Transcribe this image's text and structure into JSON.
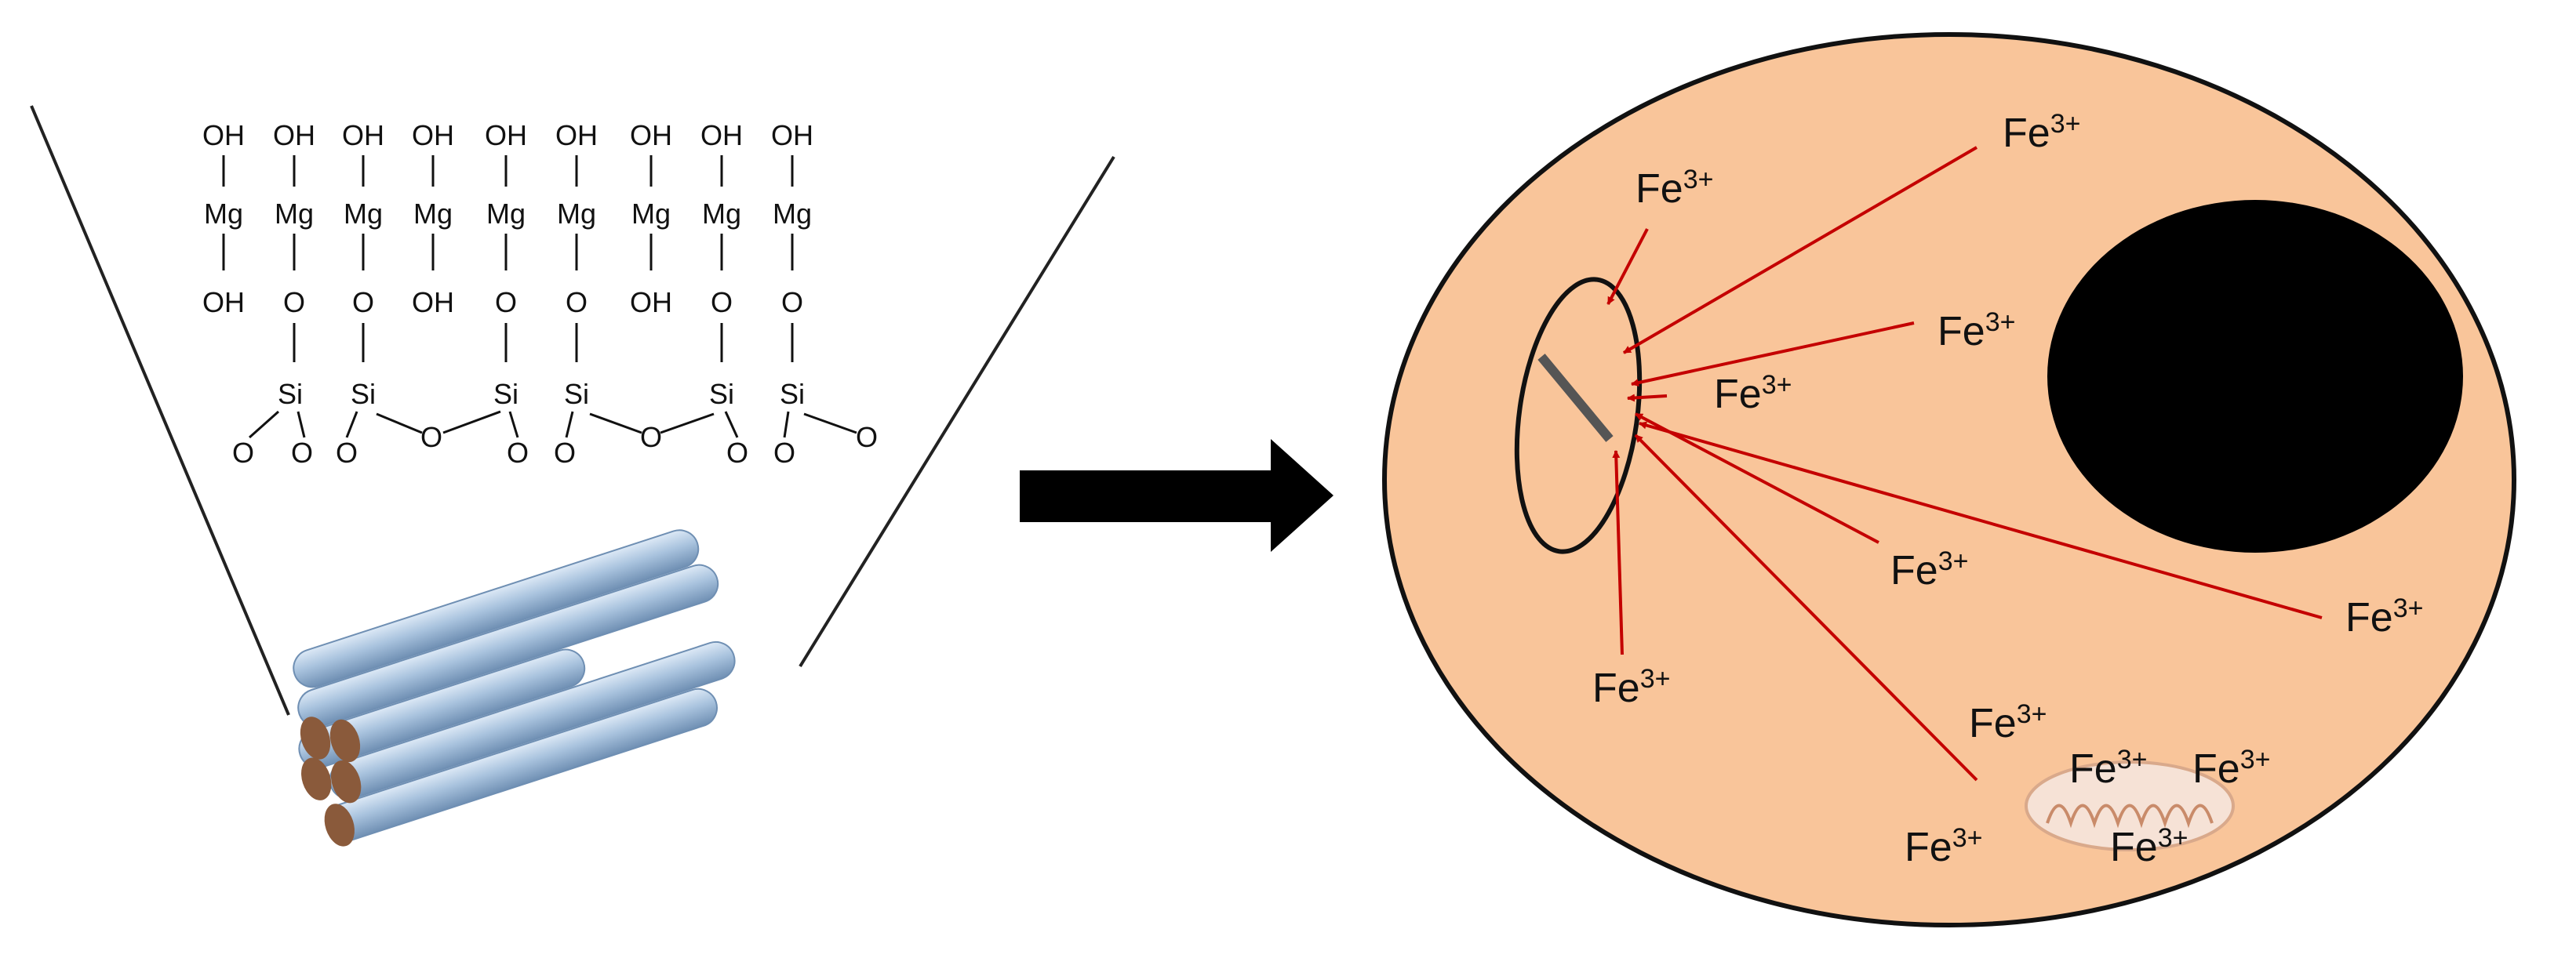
{
  "structure": {
    "top_groups": [
      "OH",
      "OH",
      "OH",
      "OH",
      "OH",
      "OH",
      "OH",
      "OH",
      "OH"
    ],
    "metal_label": "Mg",
    "bottom_groups": [
      "OH",
      "O",
      "O",
      "OH",
      "O",
      "O",
      "OH",
      "O",
      "O"
    ],
    "silicon_label": "Si",
    "oxygen_label": "O"
  },
  "ion": {
    "element": "Fe",
    "charge": "3+"
  },
  "colors": {
    "cell_fill": "#f9c59a",
    "nucleus_fill": "#000000",
    "arrow_color": "#c40000",
    "tube_fill": "#a9c3de",
    "tube_end": "#8a5a3b",
    "process_arrow": "#000000"
  },
  "icons": {
    "process_arrow": "right-arrow-icon",
    "nanotube_bundle": "nanotube-bundle-icon",
    "mitochondrion": "mitochondrion-icon"
  }
}
